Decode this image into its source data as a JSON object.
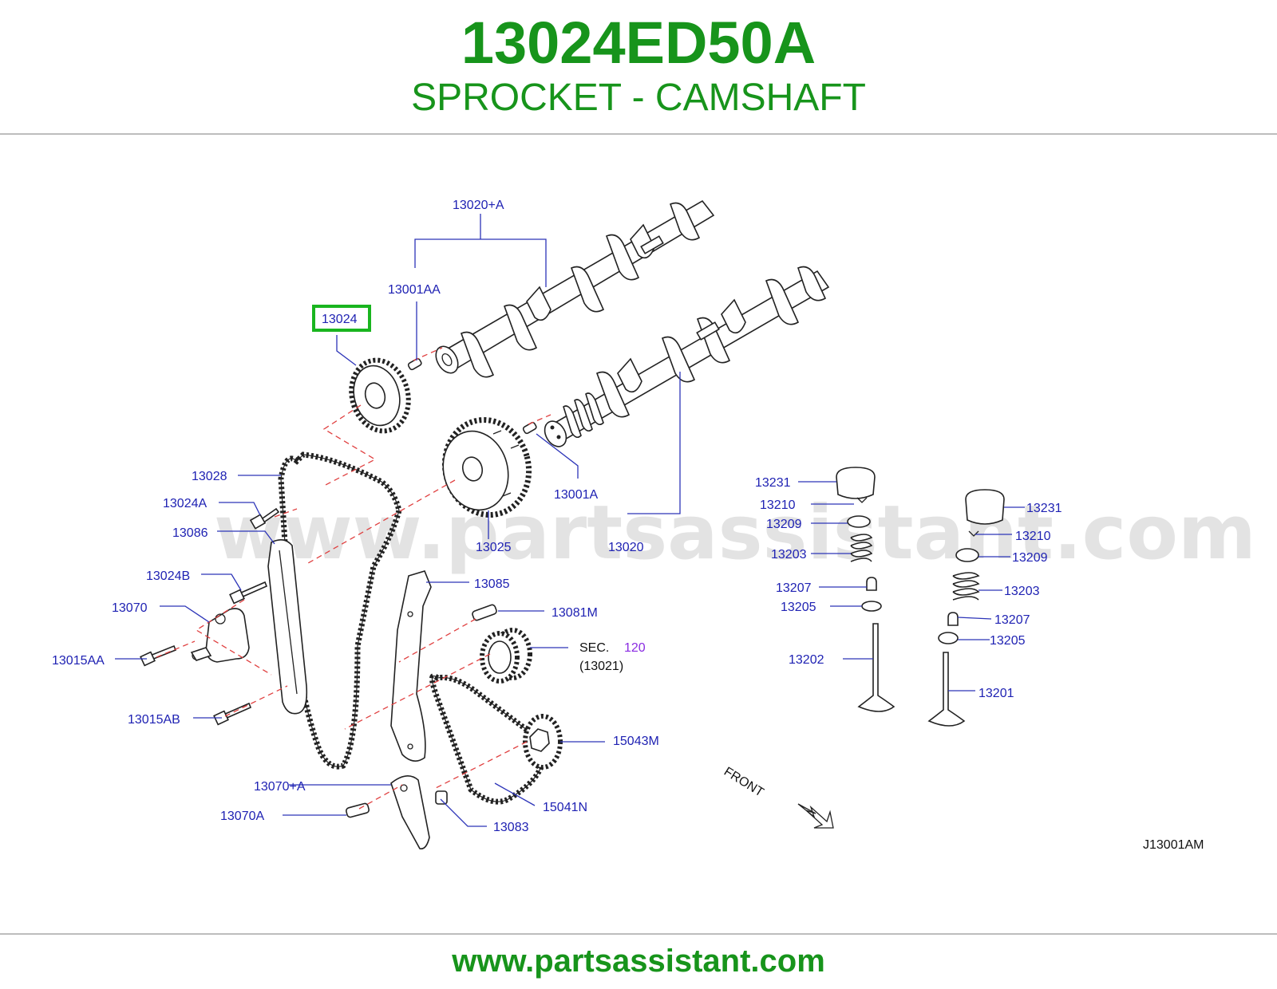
{
  "header": {
    "part_number": "13024ED50A",
    "part_name": "SPROCKET - CAMSHAFT"
  },
  "watermark": "www.partsassistant.com",
  "highlight_color": "#19b51f",
  "title_color": "#17941b",
  "label_color": "#1f22b3",
  "diagram_id": "J13001AM",
  "front_label": "FRONT",
  "labels": {
    "c13020A": "13020+A",
    "c13001AA": "13001AA",
    "c13024": "13024",
    "c13028": "13028",
    "c13024A": "13024A",
    "c13086": "13086",
    "c13024B": "13024B",
    "c13070": "13070",
    "c13015AA": "13015AA",
    "c13015AB": "13015AB",
    "c13025": "13025",
    "c13001A": "13001A",
    "c13020": "13020",
    "c13085": "13085",
    "c13081M": "13081M",
    "sec": "SEC.",
    "sec_no": "120",
    "sec_ref": "(13021)",
    "c15043M": "15043M",
    "c13070pA": "13070+A",
    "c13070A": "13070A",
    "c15041N": "15041N",
    "c13083": "13083",
    "c13231a": "13231",
    "c13210a": "13210",
    "c13209a": "13209",
    "c13203a": "13203",
    "c13207a": "13207",
    "c13205a": "13205",
    "c13202": "13202",
    "c13231b": "13231",
    "c13210b": "13210",
    "c13209b": "13209",
    "c13203b": "13203",
    "c13207b": "13207",
    "c13205b": "13205",
    "c13201": "13201"
  },
  "footer": {
    "url": "www.partsassistant.com"
  }
}
